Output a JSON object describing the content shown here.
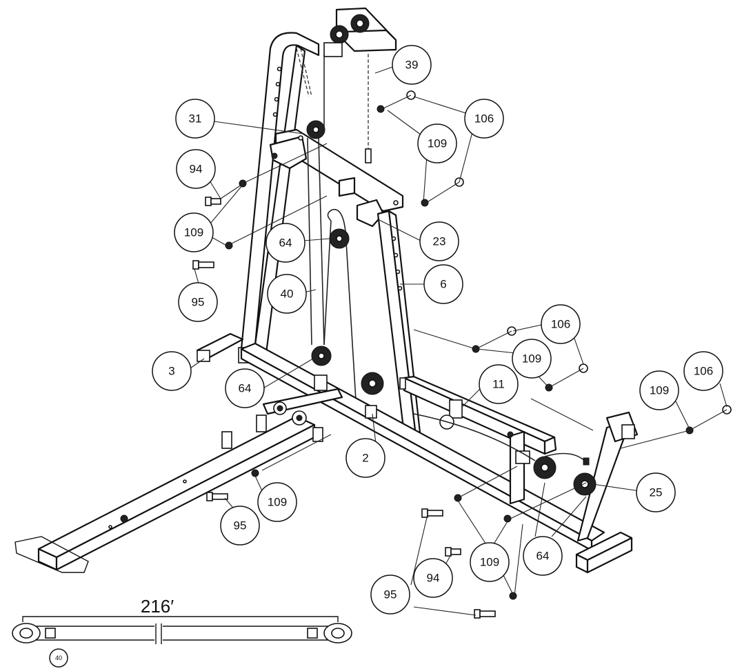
{
  "labels": {
    "l39": "39",
    "l31": "31",
    "l106a": "106",
    "l109a": "109",
    "l94a": "94",
    "l109b": "109",
    "l64a": "64",
    "l23": "23",
    "l95a": "95",
    "l40": "40",
    "l6": "6",
    "l106b": "106",
    "l3": "3",
    "l109c": "109",
    "l64b": "64",
    "l11": "11",
    "l106c": "106",
    "l109d": "109",
    "l2": "2",
    "l25": "25",
    "l109e": "109",
    "l95b": "95",
    "l64c": "64",
    "l94b": "94",
    "l109f": "109",
    "l95c": "95"
  },
  "cable_detail": {
    "length": "216′",
    "part_number": "40"
  }
}
